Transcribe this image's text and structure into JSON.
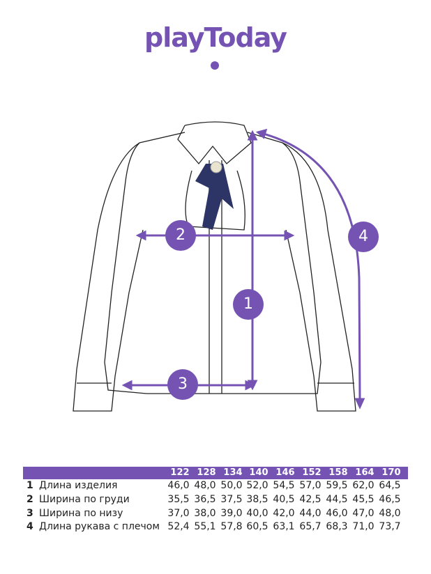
{
  "brand": "playToday",
  "markers": [
    "1",
    "2",
    "3",
    "4"
  ],
  "accent": "#7553b3",
  "table": {
    "sizes": [
      "122",
      "128",
      "134",
      "140",
      "146",
      "152",
      "158",
      "164",
      "170"
    ],
    "rows": [
      {
        "num": "1",
        "label": "Длина изделия",
        "values": [
          "46,0",
          "48,0",
          "50,0",
          "52,0",
          "54,5",
          "57,0",
          "59,5",
          "62,0",
          "64,5"
        ]
      },
      {
        "num": "2",
        "label": "Ширина по груди",
        "values": [
          "35,5",
          "36,5",
          "37,5",
          "38,5",
          "40,5",
          "42,5",
          "44,5",
          "45,5",
          "46,5"
        ]
      },
      {
        "num": "3",
        "label": "Ширина по низу",
        "values": [
          "37,0",
          "38,0",
          "39,0",
          "40,0",
          "42,0",
          "44,0",
          "46,0",
          "47,0",
          "48,0"
        ]
      },
      {
        "num": "4",
        "label": "Длина рукава с плечом",
        "values": [
          "52,4",
          "55,1",
          "57,8",
          "60,5",
          "63,1",
          "65,7",
          "68,3",
          "71,0",
          "73,7"
        ]
      }
    ]
  }
}
